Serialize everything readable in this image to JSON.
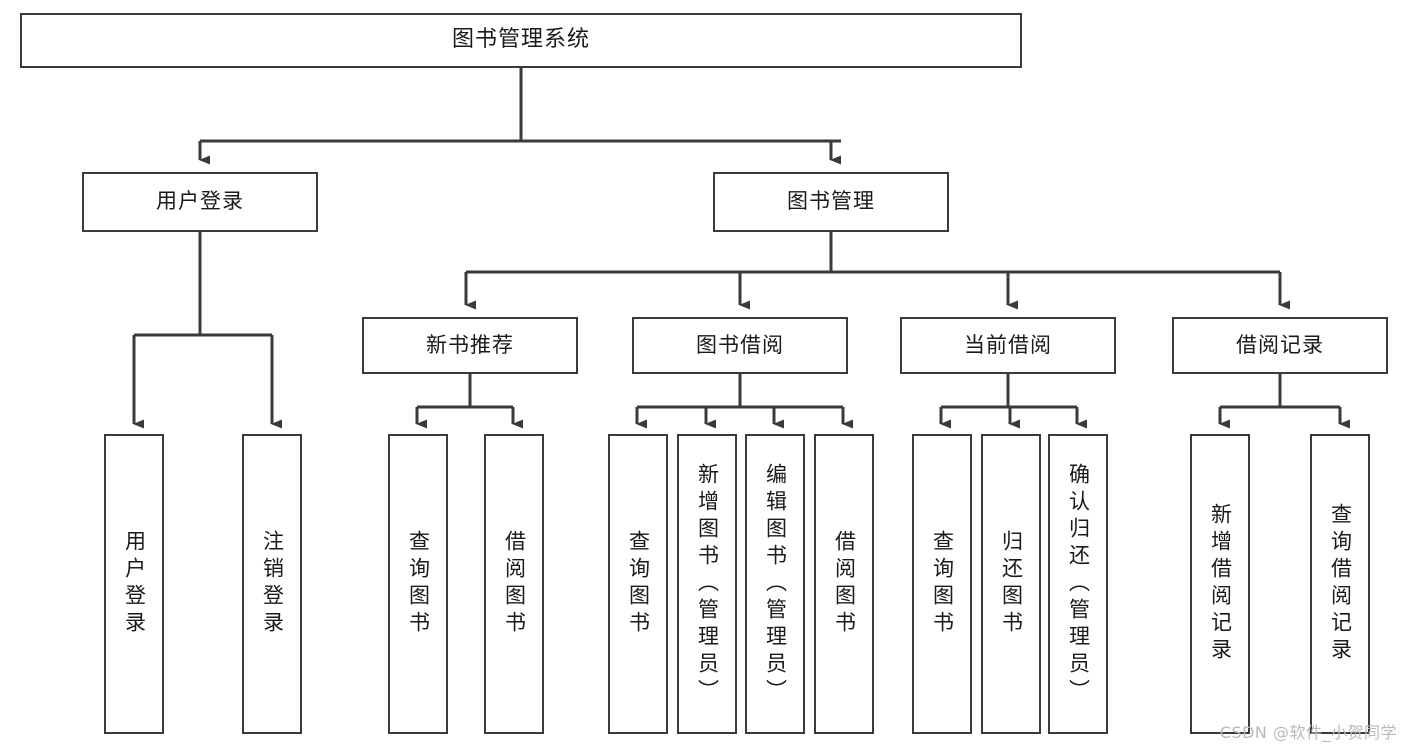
{
  "diagram": {
    "title": "图书管理系统",
    "type": "tree-hierarchy",
    "theme": {
      "background": "#ffffff",
      "stroke": "#3a3a3a",
      "text": "#1a1a1a",
      "watermark": "#b9b9b9"
    },
    "root": {
      "label": "图书管理系统"
    },
    "level2": [
      {
        "label": "用户登录"
      },
      {
        "label": "图书管理"
      }
    ],
    "level3": [
      {
        "label": "新书推荐"
      },
      {
        "label": "图书借阅"
      },
      {
        "label": "当前借阅"
      },
      {
        "label": "借阅记录"
      }
    ],
    "leaves": {
      "user_login": [
        {
          "label": "用户登录"
        },
        {
          "label": "注销登录"
        }
      ],
      "new_book_recommend": [
        {
          "label": "查询图书"
        },
        {
          "label": "借阅图书"
        }
      ],
      "book_borrow": [
        {
          "label": "查询图书"
        },
        {
          "label": "新增图书（管理员）"
        },
        {
          "label": "编辑图书（管理员）"
        },
        {
          "label": "借阅图书"
        }
      ],
      "current_borrow": [
        {
          "label": "查询图书"
        },
        {
          "label": "归还图书"
        },
        {
          "label": "确认归还（管理员）"
        }
      ],
      "borrow_record": [
        {
          "label": "新增借阅记录"
        },
        {
          "label": "查询借阅记录"
        }
      ]
    },
    "watermark": "CSDN @软件_小贺同学"
  }
}
